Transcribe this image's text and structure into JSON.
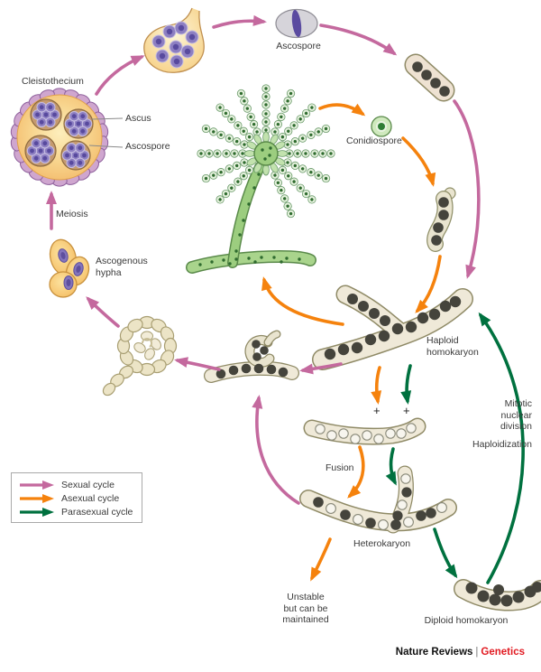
{
  "figure": {
    "credit": {
      "publication": "Nature Reviews",
      "separator": "|",
      "journal": "Genetics"
    }
  },
  "colors": {
    "sexual_cycle": "#c4699e",
    "asexual_cycle": "#f5820d",
    "parasexual_cycle": "#00713f",
    "journal_red": "#e11b22"
  },
  "legend": {
    "items": [
      {
        "id": "sexual",
        "label": "Sexual cycle",
        "color": "#c4699e"
      },
      {
        "id": "asexual",
        "label": "Asexual cycle",
        "color": "#f5820d"
      },
      {
        "id": "parasexual",
        "label": "Parasexual cycle",
        "color": "#00713f"
      }
    ]
  },
  "labels": {
    "cleistothecium": "Cleistothecium",
    "ascus": "Ascus",
    "ascospore_callout": "Ascospore",
    "meiosis": "Meiosis",
    "ascospore": "Ascospore",
    "conidiospore": "Conidiospore",
    "ascogenous_hypha": [
      "Ascogenous",
      "hypha"
    ],
    "haploid_homokaryon": [
      "Haploid",
      "homokaryon"
    ],
    "mitotic_nuclear_division": [
      "Mitotic",
      "nuclear",
      "division"
    ],
    "haploidization": "Haploidization",
    "fusion": "Fusion",
    "heterokaryon": "Heterokaryon",
    "unstable": [
      "Unstable",
      "but can be",
      "maintained"
    ],
    "diploid_homokaryon": "Diploid homokaryon",
    "plus_left": "+",
    "plus_right": "+"
  }
}
